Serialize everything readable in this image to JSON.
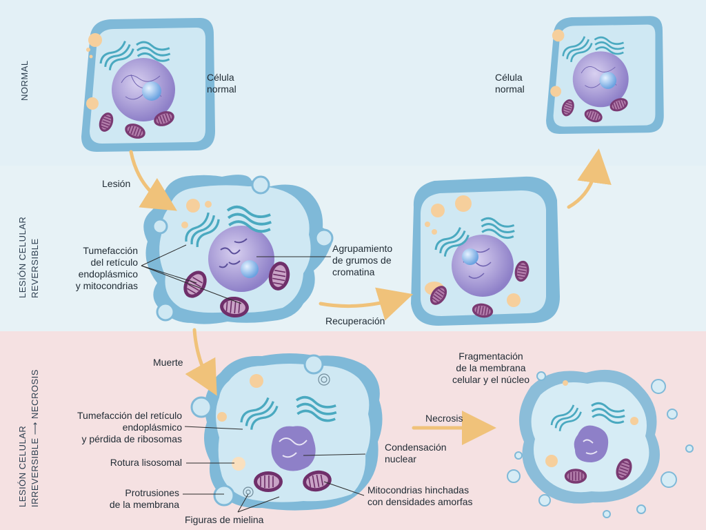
{
  "rows": [
    {
      "label": "NORMAL"
    },
    {
      "label_line1": "LESIÓN CELULAR",
      "label_line2": "REVERSIBLE"
    },
    {
      "label_line1": "LESIÓN CELULAR",
      "label_line2": "IRREVERSIBLE ⟶ NECROSIS"
    }
  ],
  "labels": {
    "normal_cell_1": [
      "Célula",
      "normal"
    ],
    "normal_cell_2": [
      "Célula",
      "normal"
    ],
    "injury": "Lesión",
    "swelling_er_mito": [
      "Tumefacción",
      "del retículo",
      "endoplásmico",
      "y mitocondrias"
    ],
    "chromatin_clumping": [
      "Agrupamiento",
      "de grumos de",
      "cromatina"
    ],
    "recovery": "Recuperación",
    "death": "Muerte",
    "fragmentation": [
      "Fragmentación",
      "de la membrana",
      "celular y el núcleo"
    ],
    "necrosis": "Necrosis",
    "swelling_er_ribosomes": [
      "Tumefacción del retículo",
      "endoplásmico",
      "y pérdida de ribosomas"
    ],
    "nuclear_condensation": [
      "Condensación",
      "nuclear"
    ],
    "lysosome_rupture": "Rotura lisosomal",
    "membrane_blebs": [
      "Protrusiones",
      "de la membrana"
    ],
    "swollen_mito": [
      "Mitocondrias hinchadas",
      "con densidades amorfas"
    ],
    "myelin_figures": "Figuras de mielina"
  },
  "colors": {
    "band_normal": "#e3f0f6",
    "band_reversible": "#e6f1f5",
    "band_necrosis": "#f6e3e3",
    "cell_outer": "#7fb9d8",
    "cell_inner": "#cfe8f3",
    "nucleus": "#b7addb",
    "nucleolus": "#9fc4ef",
    "mito": "#7a3a72",
    "er": "#4aa9c0",
    "arrow": "#f0c27a",
    "vesicle": "#f6cf9c"
  },
  "icons": [
    "cell-normal-icon",
    "cell-swollen-icon",
    "cell-recovered-icon",
    "cell-necrotic-icon",
    "cell-fragmented-icon"
  ]
}
